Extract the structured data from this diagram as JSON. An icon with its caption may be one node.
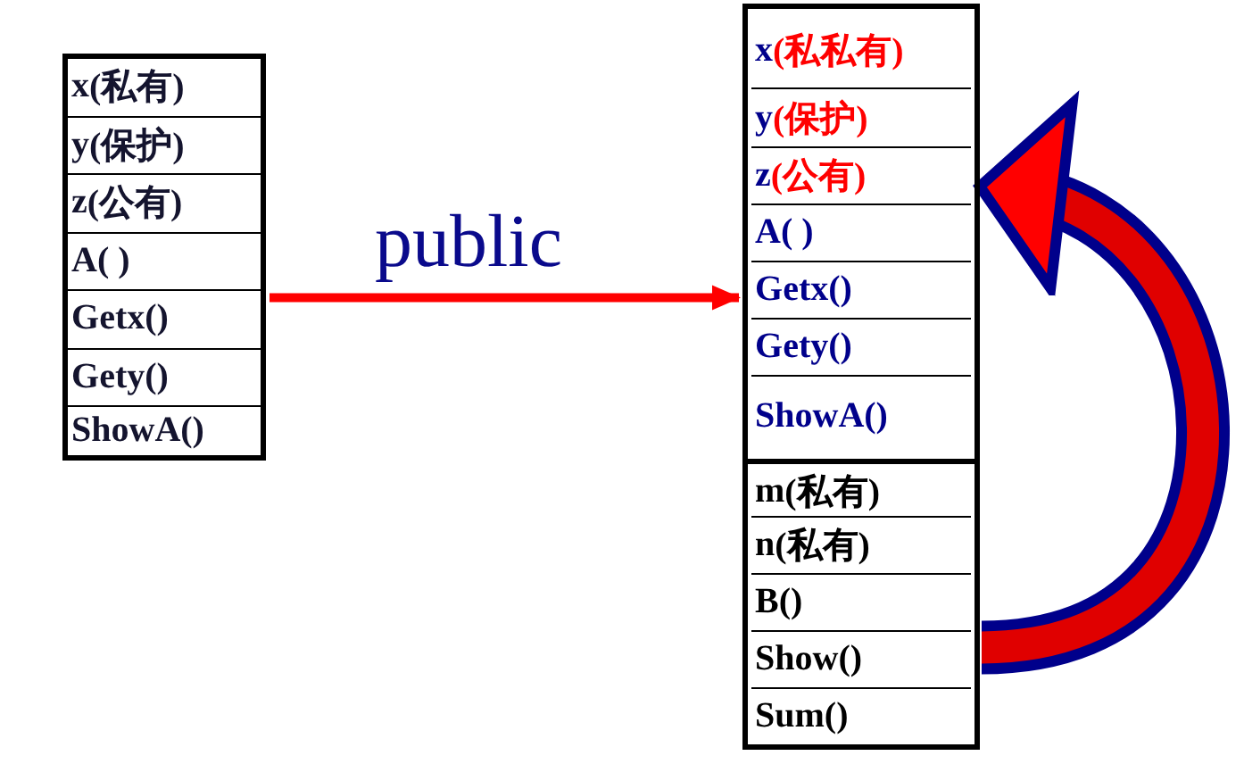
{
  "diagram": {
    "nodes": [
      {
        "text": [],
        "shape": "box"
      },
      {
        "text": [
          "x(私有)"
        ],
        "in": 0
      },
      {
        "text": [
          "y(保护)"
        ],
        "in": 0
      },
      {
        "text": [
          "z(公有)"
        ],
        "in": 0
      },
      {
        "text": [
          "A( )"
        ],
        "in": 0
      },
      {
        "text": [
          "Getx()"
        ],
        "in": 0
      },
      {
        "text": [
          "Gety()"
        ],
        "in": 0
      },
      {
        "text": [
          "ShowA()"
        ],
        "in": 0
      },
      {
        "text": [],
        "shape": "box"
      },
      {
        "text": [],
        "shape": "box",
        "in": 8
      },
      {
        "text": [
          "x(私私有)"
        ],
        "in": 9
      },
      {
        "text": [
          "y(保护)"
        ],
        "in": 9
      },
      {
        "text": [
          "z(公有)"
        ],
        "in": 9
      },
      {
        "text": [
          "A( )"
        ],
        "in": 9
      },
      {
        "text": [
          "Getx()"
        ],
        "in": 9
      },
      {
        "text": [
          "Gety()"
        ],
        "in": 9
      },
      {
        "text": [
          "ShowA()"
        ],
        "in": 9
      },
      {
        "text": [],
        "shape": "box",
        "in": 8
      },
      {
        "text": [
          "m(私有)"
        ],
        "in": 17
      },
      {
        "text": [
          "n(私有)"
        ],
        "in": 17
      },
      {
        "text": [
          "B()"
        ],
        "in": 17
      },
      {
        "text": [
          "Show()"
        ],
        "in": 17
      },
      {
        "text": [
          "Sum()"
        ],
        "in": 17
      }
    ],
    "edges": [
      {
        "from": 0,
        "to": 8,
        "arrow": "to",
        "label": "public"
      },
      {
        "from": 17,
        "to": 9,
        "arrow": "to",
        "style": "thick"
      }
    ]
  }
}
